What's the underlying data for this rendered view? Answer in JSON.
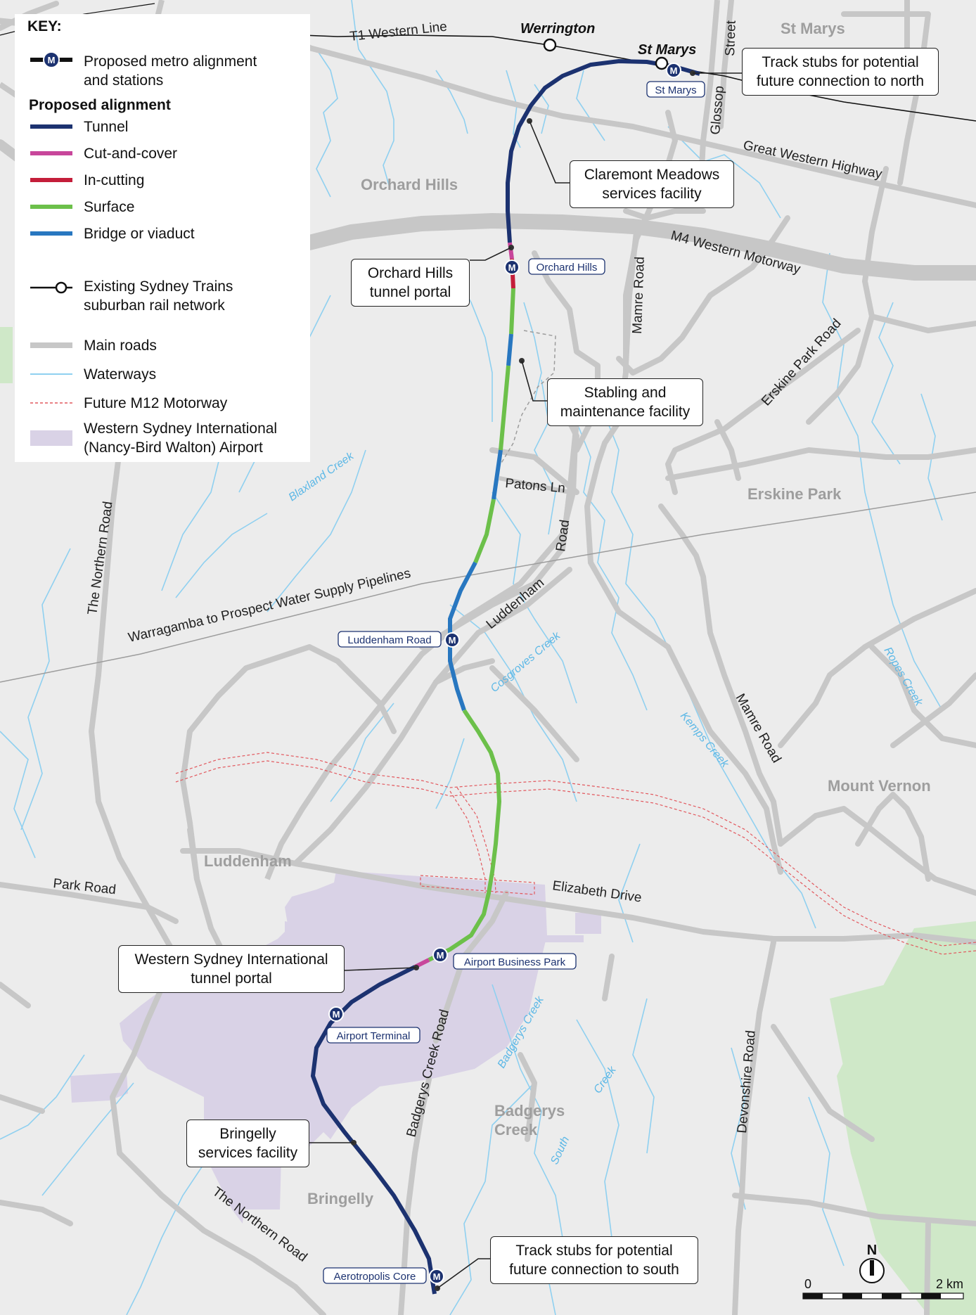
{
  "legend": {
    "key_title": "KEY:",
    "metro_label_line1": "Proposed metro alignment",
    "metro_label_line2": "and stations",
    "section_title": "Proposed alignment",
    "items": [
      {
        "label": "Tunnel",
        "color": "#1c3270"
      },
      {
        "label": "Cut-and-cover",
        "color": "#c8469b"
      },
      {
        "label": "In-cutting",
        "color": "#c41e3a"
      },
      {
        "label": "Surface",
        "color": "#6cc04a"
      },
      {
        "label": "Bridge or viaduct",
        "color": "#2877c0"
      }
    ],
    "existing_line1": "Existing Sydney Trains",
    "existing_line2": "suburban rail network",
    "main_roads": "Main roads",
    "waterways": "Waterways",
    "m12": "Future M12 Motorway",
    "airport_line1": "Western Sydney International",
    "airport_line2": "(Nancy-Bird Walton) Airport"
  },
  "colors": {
    "background": "#ececec",
    "road": "#c7c7c7",
    "waterway": "#8fd0f0",
    "airport": "#d9d2e6",
    "park": "#cfe8c8",
    "m12": "#e2585e",
    "tunnel": "#1c3270",
    "surface": "#6cc04a",
    "bridge": "#2877c0",
    "cut_cover": "#c8469b",
    "in_cutting": "#c41e3a"
  },
  "suburbs": {
    "st_marys": "St Marys",
    "orchard_hills": "Orchard Hills",
    "erskine_park": "Erskine Park",
    "mount_vernon": "Mount Vernon",
    "luddenham": "Luddenham",
    "badgerys_creek_line1": "Badgerys",
    "badgerys_creek_line2": "Creek",
    "bringelly": "Bringelly"
  },
  "roads": {
    "t1": "T1 Western Line",
    "ghw": "Great Western Highway",
    "m4": "M4 Western Motorway",
    "glossop": "Glossop",
    "street": "Street",
    "mamre_n": "Mamre Road",
    "mamre_s": "Mamre Road",
    "erskine_park_road": "Erskine Park Road",
    "patons": "Patons Ln",
    "luddenham": "Luddenham",
    "road": "Road",
    "northern_road_n": "The Northern Road",
    "northern_road_s": "The Northern  Road",
    "warragamba": "Warragamba  to Prospect Water Supply Pipelines",
    "park_road": "Park Road",
    "elizabeth": "Elizabeth Drive",
    "badgerys_creek_road": "Badgerys   Creek Road",
    "devonshire": "Devonshire Road"
  },
  "waterways": {
    "blaxland": "Blaxland  Creek",
    "cosgroves": "Cosgroves Creek",
    "kemps": "Kemps  Creek",
    "ropes": "Ropes Creek",
    "badgerys": "Badgerys Creek",
    "creek": "Creek",
    "south": "South"
  },
  "existing_stations": {
    "werrington": "Werrington",
    "st_marys": "St Marys"
  },
  "metro_stations": [
    {
      "label": "St Marys"
    },
    {
      "label": "Orchard Hills"
    },
    {
      "label": "Luddenham Road"
    },
    {
      "label": "Airport Business Park"
    },
    {
      "label": "Airport Terminal"
    },
    {
      "label": "Aerotropolis Core"
    }
  ],
  "metro_icon_letter": "M",
  "callouts": {
    "stubs_north_1": "Track stubs for potential",
    "stubs_north_2": "future connection to north",
    "claremont_1": "Claremont Meadows",
    "claremont_2": "services facility",
    "orchard_portal_1": "Orchard Hills",
    "orchard_portal_2": "tunnel portal",
    "stabling_1": "Stabling and",
    "stabling_2": "maintenance facility",
    "wsi_portal_1": "Western Sydney International",
    "wsi_portal_2": "tunnel portal",
    "bringelly_1": "Bringelly",
    "bringelly_2": "services facility",
    "stubs_south_1": "Track stubs for potential",
    "stubs_south_2": "future connection to south"
  },
  "scale": {
    "start": "0",
    "end": "2 km"
  },
  "north": "N"
}
